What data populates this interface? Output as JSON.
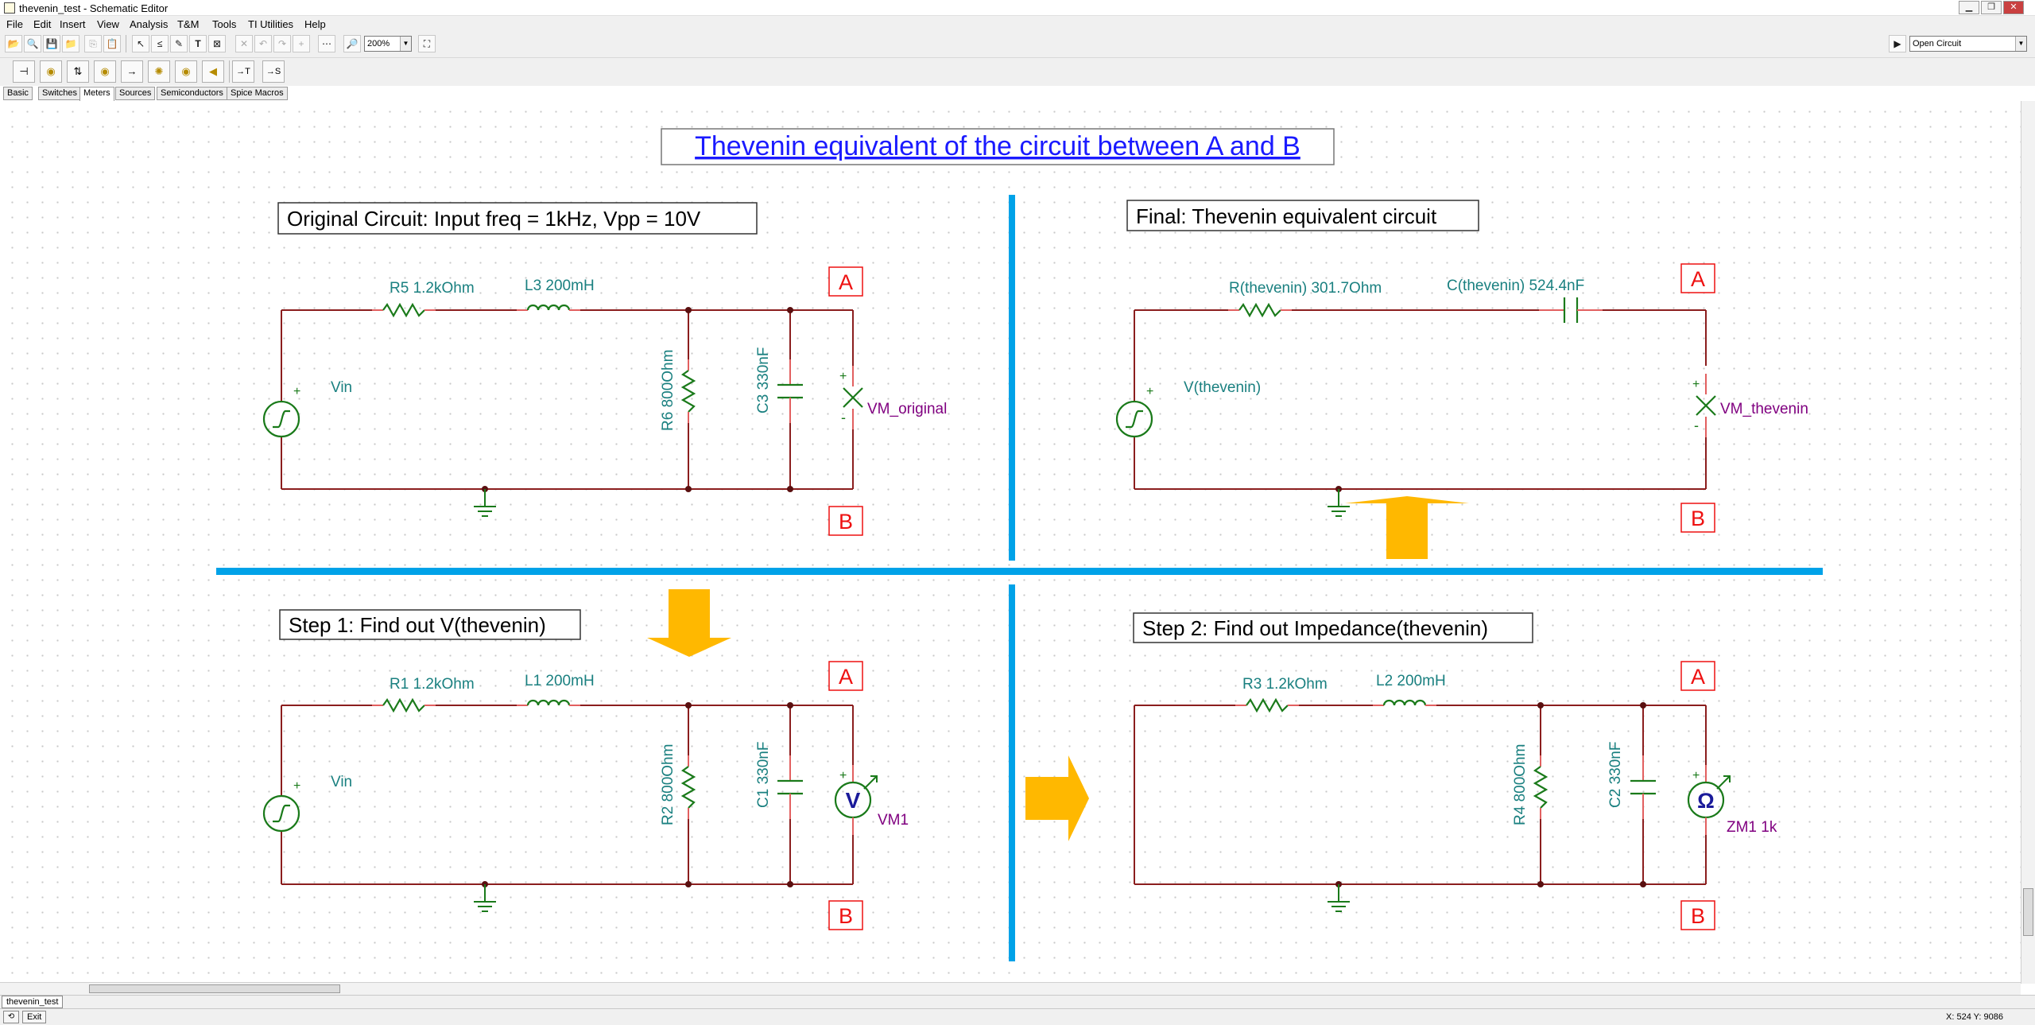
{
  "window": {
    "title": "thevenin_test - Schematic Editor"
  },
  "menu": [
    "File",
    "Edit",
    "Insert",
    "View",
    "Analysis",
    "T&M",
    "Tools",
    "TI Utilities",
    "Help"
  ],
  "toolbar": {
    "zoom_value": "200%",
    "right_combo_value": "Open Circuit"
  },
  "component_tabs": [
    "Basic",
    "Switches",
    "Meters",
    "Sources",
    "Semiconductors",
    "Spice Macros"
  ],
  "active_component_tab": "Meters",
  "schematic": {
    "main_title": "Thevenin equivalent of the circuit between A and B",
    "panels": {
      "original": {
        "title": "Original Circuit: Input freq = 1kHz, Vpp = 10V",
        "r_series": "R5 1.2kOhm",
        "l_series": "L3 200mH",
        "r_shunt": "R6 800Ohm",
        "c_shunt": "C3 330nF",
        "source": "Vin",
        "meter": "VM_original",
        "node_a": "A",
        "node_b": "B"
      },
      "final": {
        "title": "Final: Thevenin equivalent circuit",
        "r_series": "R(thevenin) 301.7Ohm",
        "c_series": "C(thevenin) 524.4nF",
        "source": "V(thevenin)",
        "meter": "VM_thevenin",
        "node_a": "A",
        "node_b": "B"
      },
      "step1": {
        "title": "Step 1: Find out V(thevenin)",
        "r_series": "R1 1.2kOhm",
        "l_series": "L1 200mH",
        "r_shunt": "R2 800Ohm",
        "c_shunt": "C1 330nF",
        "source": "Vin",
        "meter": "VM1",
        "meter_symbol": "V",
        "node_a": "A",
        "node_b": "B"
      },
      "step2": {
        "title": "Step 2: Find out Impedance(thevenin)",
        "r_series": "R3 1.2kOhm",
        "l_series": "L2 200mH",
        "r_shunt": "R4 800Ohm",
        "c_shunt": "C2 330nF",
        "meter": "ZM1 1k",
        "meter_symbol": "Ω",
        "node_a": "A",
        "node_b": "B"
      }
    },
    "colors": {
      "wire": "#8b1e1e",
      "component": "#1a7a1a",
      "label": "#1a8080",
      "meter_label": "#800080",
      "node_label": "#ee1111",
      "divider": "#00a2e8",
      "arrow": "#ffb800",
      "title_link": "#1a1aff"
    }
  },
  "document_tab": "thevenin_test",
  "status": {
    "exit_label": "Exit",
    "coords": "X: 524  Y: 9086"
  }
}
